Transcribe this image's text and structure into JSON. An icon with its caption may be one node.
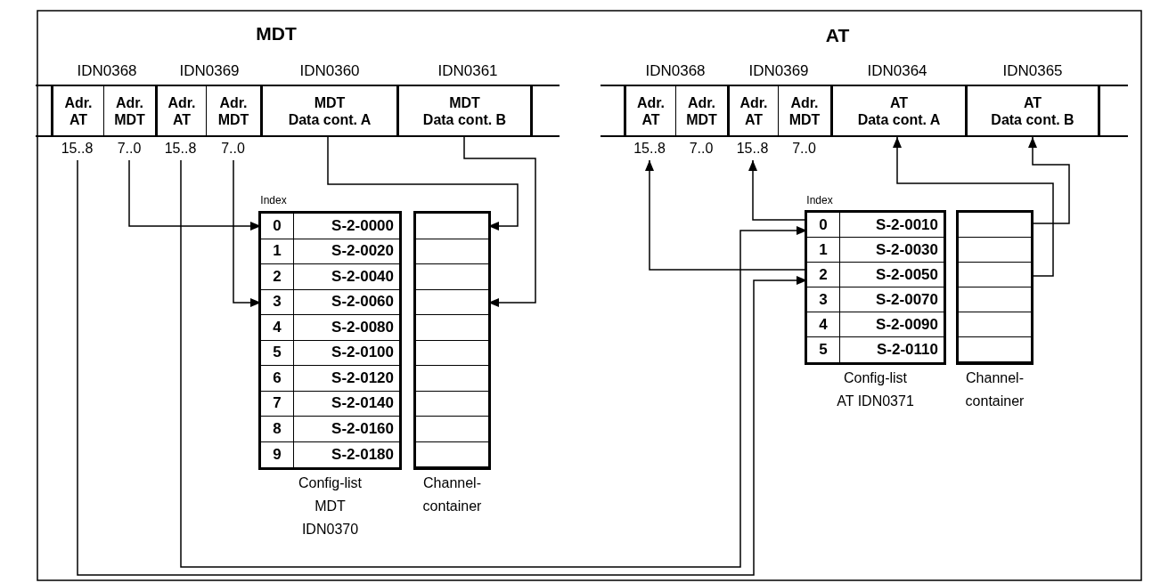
{
  "diagram": {
    "nodes": [
      {
        "text": [
          "Adr. AT"
        ],
        "beside": [
          "15..8"
        ]
      },
      {
        "text": [
          "Adr. MDT"
        ],
        "beside": [
          "7..0"
        ]
      },
      {
        "text": [
          "Adr. AT"
        ],
        "beside": [
          "15..8"
        ]
      },
      {
        "text": [
          "Adr. MDT"
        ],
        "beside": [
          "7..0"
        ]
      },
      {
        "text": [
          "MDT Data cont. A"
        ]
      },
      {
        "text": [
          "MDT Data cont. B"
        ]
      },
      {
        "text": [
          "Config-list MDT IDN0370"
        ]
      },
      {
        "text": [
          "0",
          "S-2-0000"
        ],
        "in": 6
      },
      {
        "text": [
          "1",
          "S-2-0020"
        ],
        "in": 6
      },
      {
        "text": [
          "2",
          "S-2-0040"
        ],
        "in": 6
      },
      {
        "text": [
          "3",
          "S-2-0060"
        ],
        "in": 6
      },
      {
        "text": [
          "4",
          "S-2-0080"
        ],
        "in": 6
      },
      {
        "text": [
          "5",
          "S-2-0100"
        ],
        "in": 6
      },
      {
        "text": [
          "6",
          "S-2-0120"
        ],
        "in": 6
      },
      {
        "text": [
          "7",
          "S-2-0140"
        ],
        "in": 6
      },
      {
        "text": [
          "8",
          "S-2-0160"
        ],
        "in": 6
      },
      {
        "text": [
          "9",
          "S-2-0180"
        ],
        "in": 6
      },
      {
        "text": [
          "Channel- container"
        ]
      },
      {
        "text": [],
        "shape": "box",
        "in": 17
      },
      {
        "text": [],
        "shape": "box",
        "in": 17
      },
      {
        "text": [],
        "shape": "box",
        "in": 17
      },
      {
        "text": [],
        "shape": "box",
        "in": 17
      },
      {
        "text": [],
        "shape": "box",
        "in": 17
      },
      {
        "text": [],
        "shape": "box",
        "in": 17
      },
      {
        "text": [],
        "shape": "box",
        "in": 17
      },
      {
        "text": [],
        "shape": "box",
        "in": 17
      },
      {
        "text": [],
        "shape": "box",
        "in": 17
      },
      {
        "text": [],
        "shape": "box",
        "in": 17
      },
      {
        "text": [
          "Adr. AT"
        ],
        "beside": [
          "15..8"
        ]
      },
      {
        "text": [
          "Adr. MDT"
        ],
        "beside": [
          "7..0"
        ]
      },
      {
        "text": [
          "Adr. AT"
        ],
        "beside": [
          "15..8"
        ]
      },
      {
        "text": [
          "Adr. MDT"
        ],
        "beside": [
          "7..0"
        ]
      },
      {
        "text": [
          "AT Data cont. A"
        ]
      },
      {
        "text": [
          "AT Data cont. B"
        ]
      },
      {
        "text": [
          "Config-list AT IDN0371"
        ]
      },
      {
        "text": [
          "0",
          "S-2-0010"
        ],
        "in": 34
      },
      {
        "text": [
          "1",
          "S-2-0030"
        ],
        "in": 34
      },
      {
        "text": [
          "2",
          "S-2-0050"
        ],
        "in": 34
      },
      {
        "text": [
          "3",
          "S-2-0070"
        ],
        "in": 34
      },
      {
        "text": [
          "4",
          "S-2-0090"
        ],
        "in": 34
      },
      {
        "text": [
          "5",
          "S-2-0110"
        ],
        "in": 34
      },
      {
        "text": [
          "Channel- container"
        ]
      },
      {
        "text": [],
        "shape": "box",
        "in": 41
      },
      {
        "text": [],
        "shape": "box",
        "in": 41
      },
      {
        "text": [],
        "shape": "box",
        "in": 41
      },
      {
        "text": [],
        "shape": "box",
        "in": 41
      },
      {
        "text": [],
        "shape": "box",
        "in": 41
      },
      {
        "text": [],
        "shape": "box",
        "in": 41
      }
    ],
    "edges": [
      {
        "from": 1,
        "to": 7,
        "arrow": "to"
      },
      {
        "from": 3,
        "to": 10,
        "arrow": "to"
      },
      {
        "from": 4,
        "to": 18,
        "arrow": "to"
      },
      {
        "from": 5,
        "to": 21,
        "arrow": "to"
      },
      {
        "from": 0,
        "to": 37,
        "arrow": "to"
      },
      {
        "from": 2,
        "to": 35,
        "arrow": "to"
      },
      {
        "from": 35,
        "to": 30,
        "arrow": "to"
      },
      {
        "from": 37,
        "to": 28,
        "arrow": "to"
      },
      {
        "from": 42,
        "to": 33,
        "arrow": "to"
      },
      {
        "from": 44,
        "to": 32,
        "arrow": "to"
      }
    ],
    "labels": [
      "MDT",
      "AT",
      "IDN0368",
      "IDN0369",
      "IDN0360",
      "IDN0361",
      "IDN0368",
      "IDN0369",
      "IDN0364",
      "IDN0365",
      "Index",
      "Index"
    ]
  }
}
